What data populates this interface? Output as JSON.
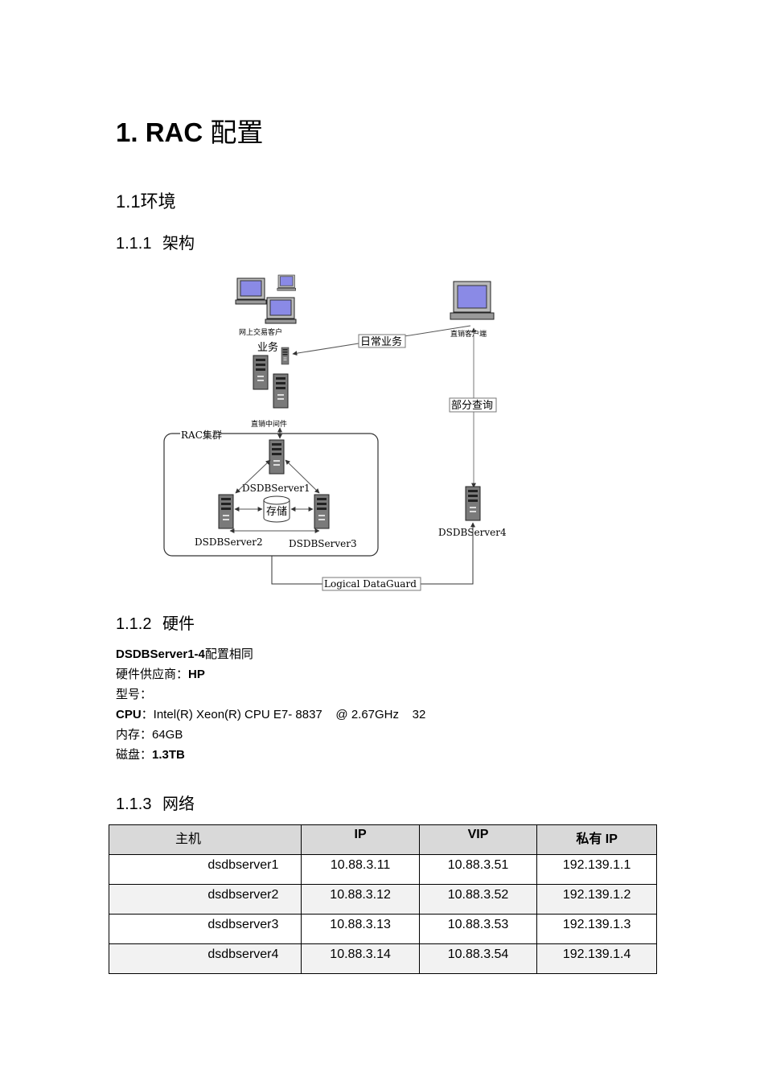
{
  "heading1": {
    "num": "1. RAC",
    "text": "配置"
  },
  "heading2": "1.1环境",
  "sections": {
    "arch": {
      "num": "1.1.1",
      "title": "架构"
    },
    "hw": {
      "num": "1.1.2",
      "title": "硬件"
    },
    "net": {
      "num": "1.1.3",
      "title": "网络"
    }
  },
  "diagram": {
    "online_clients": "网上交易客户",
    "business": "业务",
    "daily_business": "日常业务",
    "direct_client": "直销客户端",
    "middleware": "直销中间件",
    "partial_query": "部分查询",
    "rac_cluster": "RAC集群",
    "server1": "DSDBServer1",
    "storage": "存储",
    "server2": "DSDBServer2",
    "server3": "DSDBServer3",
    "server4": "DSDBServer4",
    "dataguard": "Logical DataGuard"
  },
  "hardware": {
    "line1_bold": "DSDBServer1-4",
    "line1_rest": "配置相同",
    "vendor_label": "硬件供应商：",
    "vendor_value": "HP",
    "model_label": "型号：",
    "cpu_label": "CPU",
    "cpu_value": "：Intel(R) Xeon(R) CPU E7- 8837    @ 2.67GHz    32",
    "mem": "内存：64GB",
    "disk_label": "磁盘：",
    "disk_value": "1.3TB"
  },
  "network_table": {
    "headers": [
      "主机",
      "IP",
      "VIP",
      "私有 IP"
    ],
    "rows": [
      [
        "dsdbserver1",
        "10.88.3.11",
        "10.88.3.51",
        "192.139.1.1"
      ],
      [
        "dsdbserver2",
        "10.88.3.12",
        "10.88.3.52",
        "192.139.1.2"
      ],
      [
        "dsdbserver3",
        "10.88.3.13",
        "10.88.3.53",
        "192.139.1.3"
      ],
      [
        "dsdbserver4",
        "10.88.3.14",
        "10.88.3.54",
        "192.139.1.4"
      ]
    ]
  }
}
